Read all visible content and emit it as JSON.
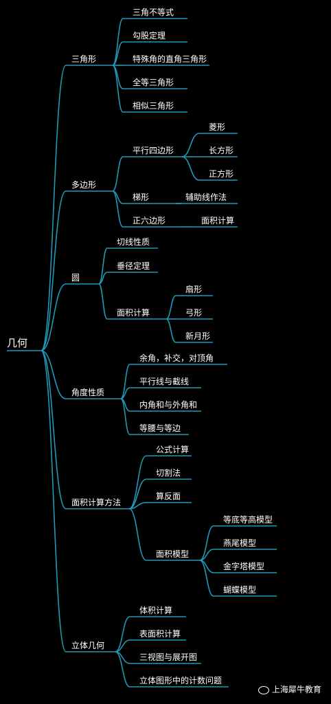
{
  "accent_color": "#1e9bb8",
  "root": {
    "label": "几何"
  },
  "branches": [
    {
      "label": "三角形",
      "children": [
        "三角不等式",
        "勾股定理",
        "特殊角的直角三角形",
        "全等三角形",
        "相似三角形"
      ]
    },
    {
      "label": "多边形",
      "children": [
        {
          "label": "平行四边形",
          "children": [
            "菱形",
            "长方形",
            "正方形"
          ]
        },
        {
          "label": "梯形",
          "children": [
            "辅助线作法"
          ]
        },
        {
          "label": "正六边形",
          "children": [
            "面积计算"
          ]
        }
      ]
    },
    {
      "label": "圆",
      "children": [
        "切线性质",
        "垂径定理",
        {
          "label": "面积计算",
          "children": [
            "扇形",
            "弓形",
            "新月形"
          ]
        }
      ]
    },
    {
      "label": "角度性质",
      "children": [
        "余角，补交，对顶角",
        "平行线与截线",
        "内角和与外角和",
        "等腰与等边"
      ]
    },
    {
      "label": "面积计算方法",
      "children": [
        "公式计算",
        "切割法",
        "算反面",
        {
          "label": "面积模型",
          "children": [
            "等底等高模型",
            "燕尾模型",
            "金字塔模型",
            "蝴蝶模型"
          ]
        }
      ]
    },
    {
      "label": "立体几何",
      "children": [
        "体积计算",
        "表面积计算",
        "三视图与展开图",
        "立体图形中的计数问题"
      ]
    }
  ],
  "watermark": {
    "text": "上海犀牛教育",
    "icon": "wechat-icon"
  }
}
